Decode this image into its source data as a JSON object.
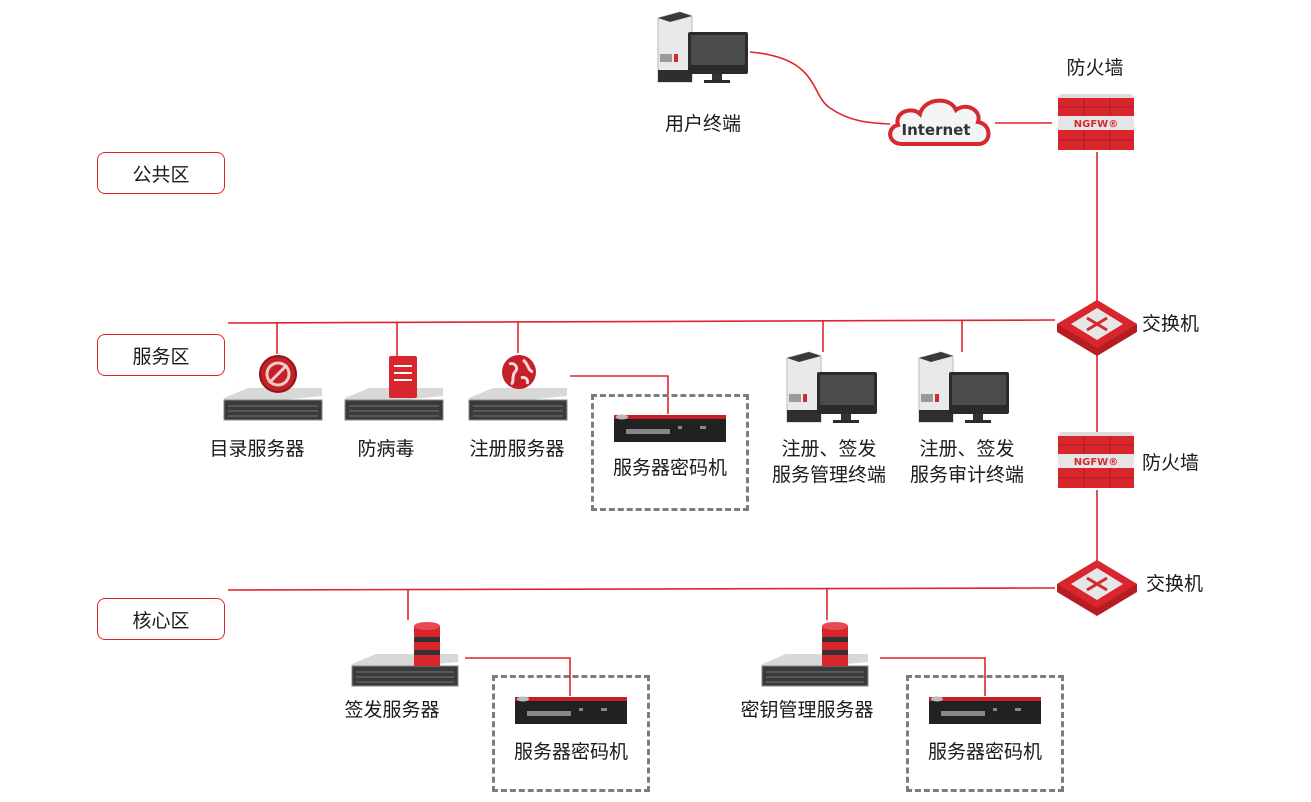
{
  "diagram": {
    "zones": {
      "public": "公共区",
      "service": "服务区",
      "core": "核心区"
    },
    "public_area": {
      "user_terminal": "用户终端",
      "internet": "Internet",
      "firewall": "防火墙",
      "firewall_badge": "NGFW®"
    },
    "service_area": {
      "switch": "交换机",
      "firewall": "防火墙",
      "firewall_badge": "NGFW®",
      "directory_server": "目录服务器",
      "antivirus": "防病毒",
      "registration_server": "注册服务器",
      "crypto_machine": "服务器密码机",
      "mgmt_terminal_line1": "注册、签发",
      "mgmt_terminal_line2": "服务管理终端",
      "audit_terminal_line1": "注册、签发",
      "audit_terminal_line2": "服务审计终端"
    },
    "core_area": {
      "switch": "交换机",
      "signing_server": "签发服务器",
      "signing_crypto_machine": "服务器密码机",
      "key_mgmt_server": "密钥管理服务器",
      "key_crypto_machine": "服务器密码机"
    },
    "colors": {
      "link": "#e0242c",
      "accent_red": "#d42a2f",
      "dash_gray": "#7d7d7d"
    }
  }
}
